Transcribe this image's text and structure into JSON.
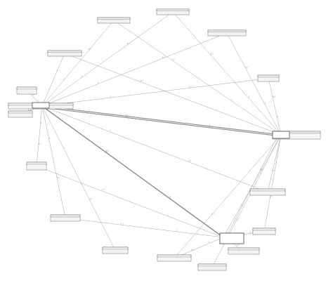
{
  "diagram": {
    "edge_labels": [
      "0..*",
      "1",
      "0..*",
      "1",
      "0..*",
      "1",
      "0..*",
      "1"
    ]
  }
}
